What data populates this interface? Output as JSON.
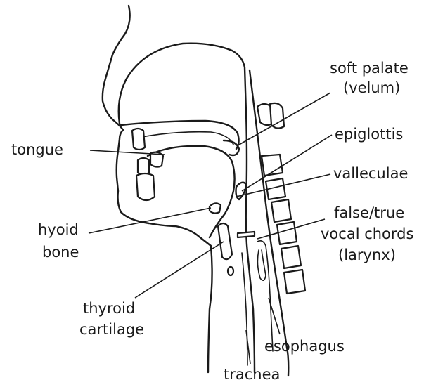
{
  "labels": {
    "soft_palate_line1": "soft palate",
    "soft_palate_line2": "(velum)",
    "epiglottis": "epiglottis",
    "valleculae": "valleculae",
    "vocal_line1": "false/true",
    "vocal_line2": "vocal chords",
    "vocal_line3": "(larynx)",
    "tongue": "tongue",
    "hyoid_line1": "hyoid",
    "hyoid_line2": "bone",
    "thyroid_line1": "thyroid",
    "thyroid_line2": "cartilage",
    "esophagus": "esophagus",
    "trachea": "trachea"
  },
  "colors": {
    "ink": "#1a1a1a",
    "background": "#ffffff"
  }
}
